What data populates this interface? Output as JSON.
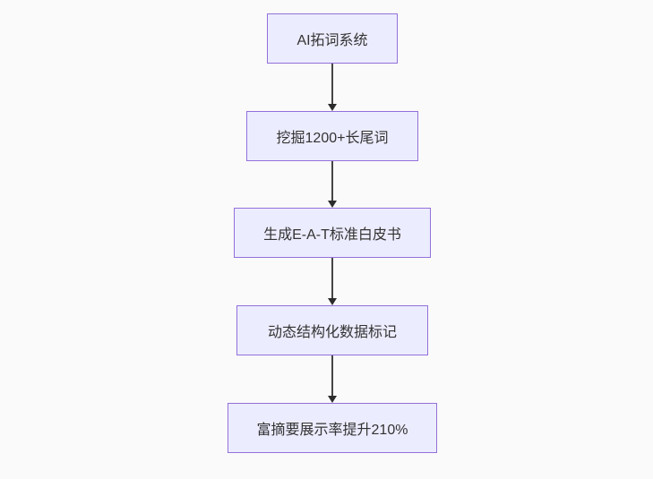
{
  "flowchart": {
    "type": "flowchart-top-down",
    "colors": {
      "background": "#fafafa",
      "node_fill": "#ececff",
      "node_border": "#9370db",
      "node_text": "#333333",
      "arrow": "#333333"
    },
    "nodes": [
      {
        "label": "AI拓词系统"
      },
      {
        "label": "挖掘1200+长尾词"
      },
      {
        "label": "生成E-A-T标准白皮书"
      },
      {
        "label": "动态结构化数据标记"
      },
      {
        "label": "富摘要展示率提升210%"
      }
    ],
    "edges": [
      {
        "from": 0,
        "to": 1,
        "label": ""
      },
      {
        "from": 1,
        "to": 2,
        "label": ""
      },
      {
        "from": 2,
        "to": 3,
        "label": ""
      },
      {
        "from": 3,
        "to": 4,
        "label": ""
      }
    ]
  }
}
